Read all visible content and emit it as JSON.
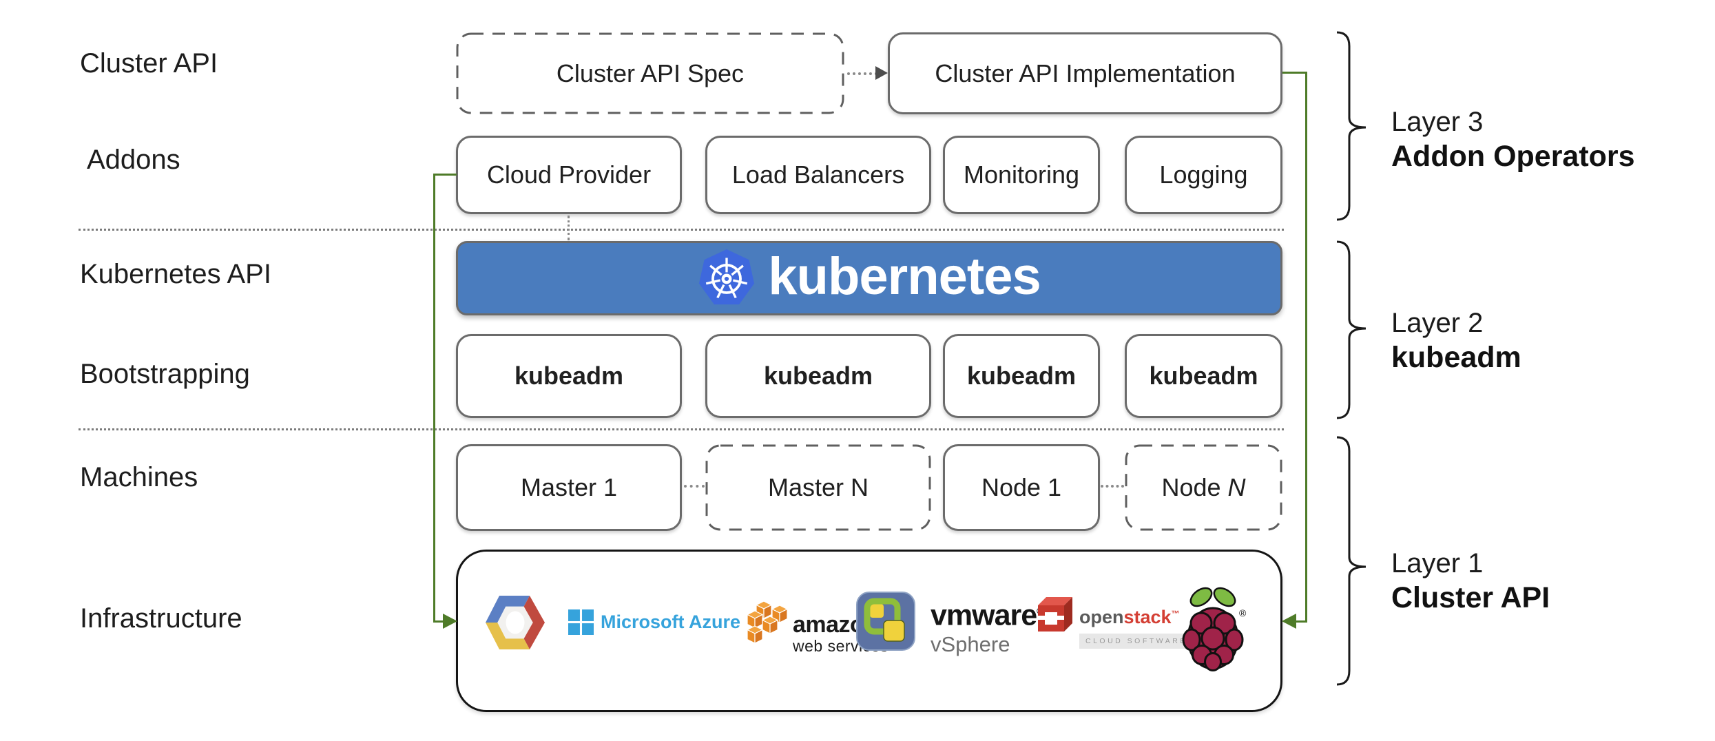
{
  "row_labels": {
    "cluster_api": "Cluster API",
    "addons": "Addons",
    "kubernetes_api": "Kubernetes API",
    "bootstrapping": "Bootstrapping",
    "machines": "Machines",
    "infrastructure": "Infrastructure"
  },
  "top_row": {
    "spec": "Cluster API Spec",
    "implementation": "Cluster API Implementation"
  },
  "addons": [
    "Cloud Provider",
    "Load Balancers",
    "Monitoring",
    "Logging"
  ],
  "kubernetes_banner": {
    "wordmark": "kubernetes"
  },
  "bootstrapping": [
    "kubeadm",
    "kubeadm",
    "kubeadm",
    "kubeadm"
  ],
  "machines": {
    "master_1": "Master 1",
    "master_n": "Master N",
    "node_1": "Node 1",
    "node_n_prefix": "Node ",
    "node_n_italic": "N"
  },
  "infrastructure": {
    "azure_label": "Microsoft Azure",
    "aws_line1": "amazon",
    "aws_line2": "web services",
    "vmware_line1": "vmware",
    "vmware_reg": "®",
    "vmware_line2": "vSphere",
    "openstack_open": "open",
    "openstack_stack": "stack",
    "openstack_tm": "™",
    "openstack_sub": "CLOUD SOFTWARE",
    "raspberry_reg": "®"
  },
  "layers": [
    {
      "line1": "Layer 3",
      "line2": "Addon Operators"
    },
    {
      "line1": "Layer 2",
      "line2": "kubeadm"
    },
    {
      "line1": "Layer 1",
      "line2": "Cluster API"
    }
  ],
  "icons": {
    "kubernetes": "kubernetes-wheel-icon",
    "google_cloud": "google-cloud-hexagon-icon",
    "azure": "windows-flag-icon",
    "aws": "aws-boxes-icon",
    "vmware": "vsphere-tile-icon",
    "openstack": "openstack-cube-icon",
    "raspberry_pi": "raspberry-icon"
  },
  "colors": {
    "text": "#202020",
    "box-border": "#6b6b6b",
    "banner-blue": "#4a7cbe",
    "k8s-logo-blue": "#3e68dd",
    "arrow-green": "#4e7b28",
    "azure-blue": "#36a3dc",
    "aws-orange": "#e98a23",
    "openstack-red": "#d43f34",
    "raspberry-crimson": "#a02349",
    "leaf-green": "#7ebb43",
    "gcp-blue": "#5b7fc4",
    "gcp-red": "#c04a3f",
    "gcp-yellow": "#e6c04a",
    "vmware-slate": "#5c72a3",
    "vmware-green": "#8fbe3b",
    "vmware-yellow": "#f0d23c"
  }
}
